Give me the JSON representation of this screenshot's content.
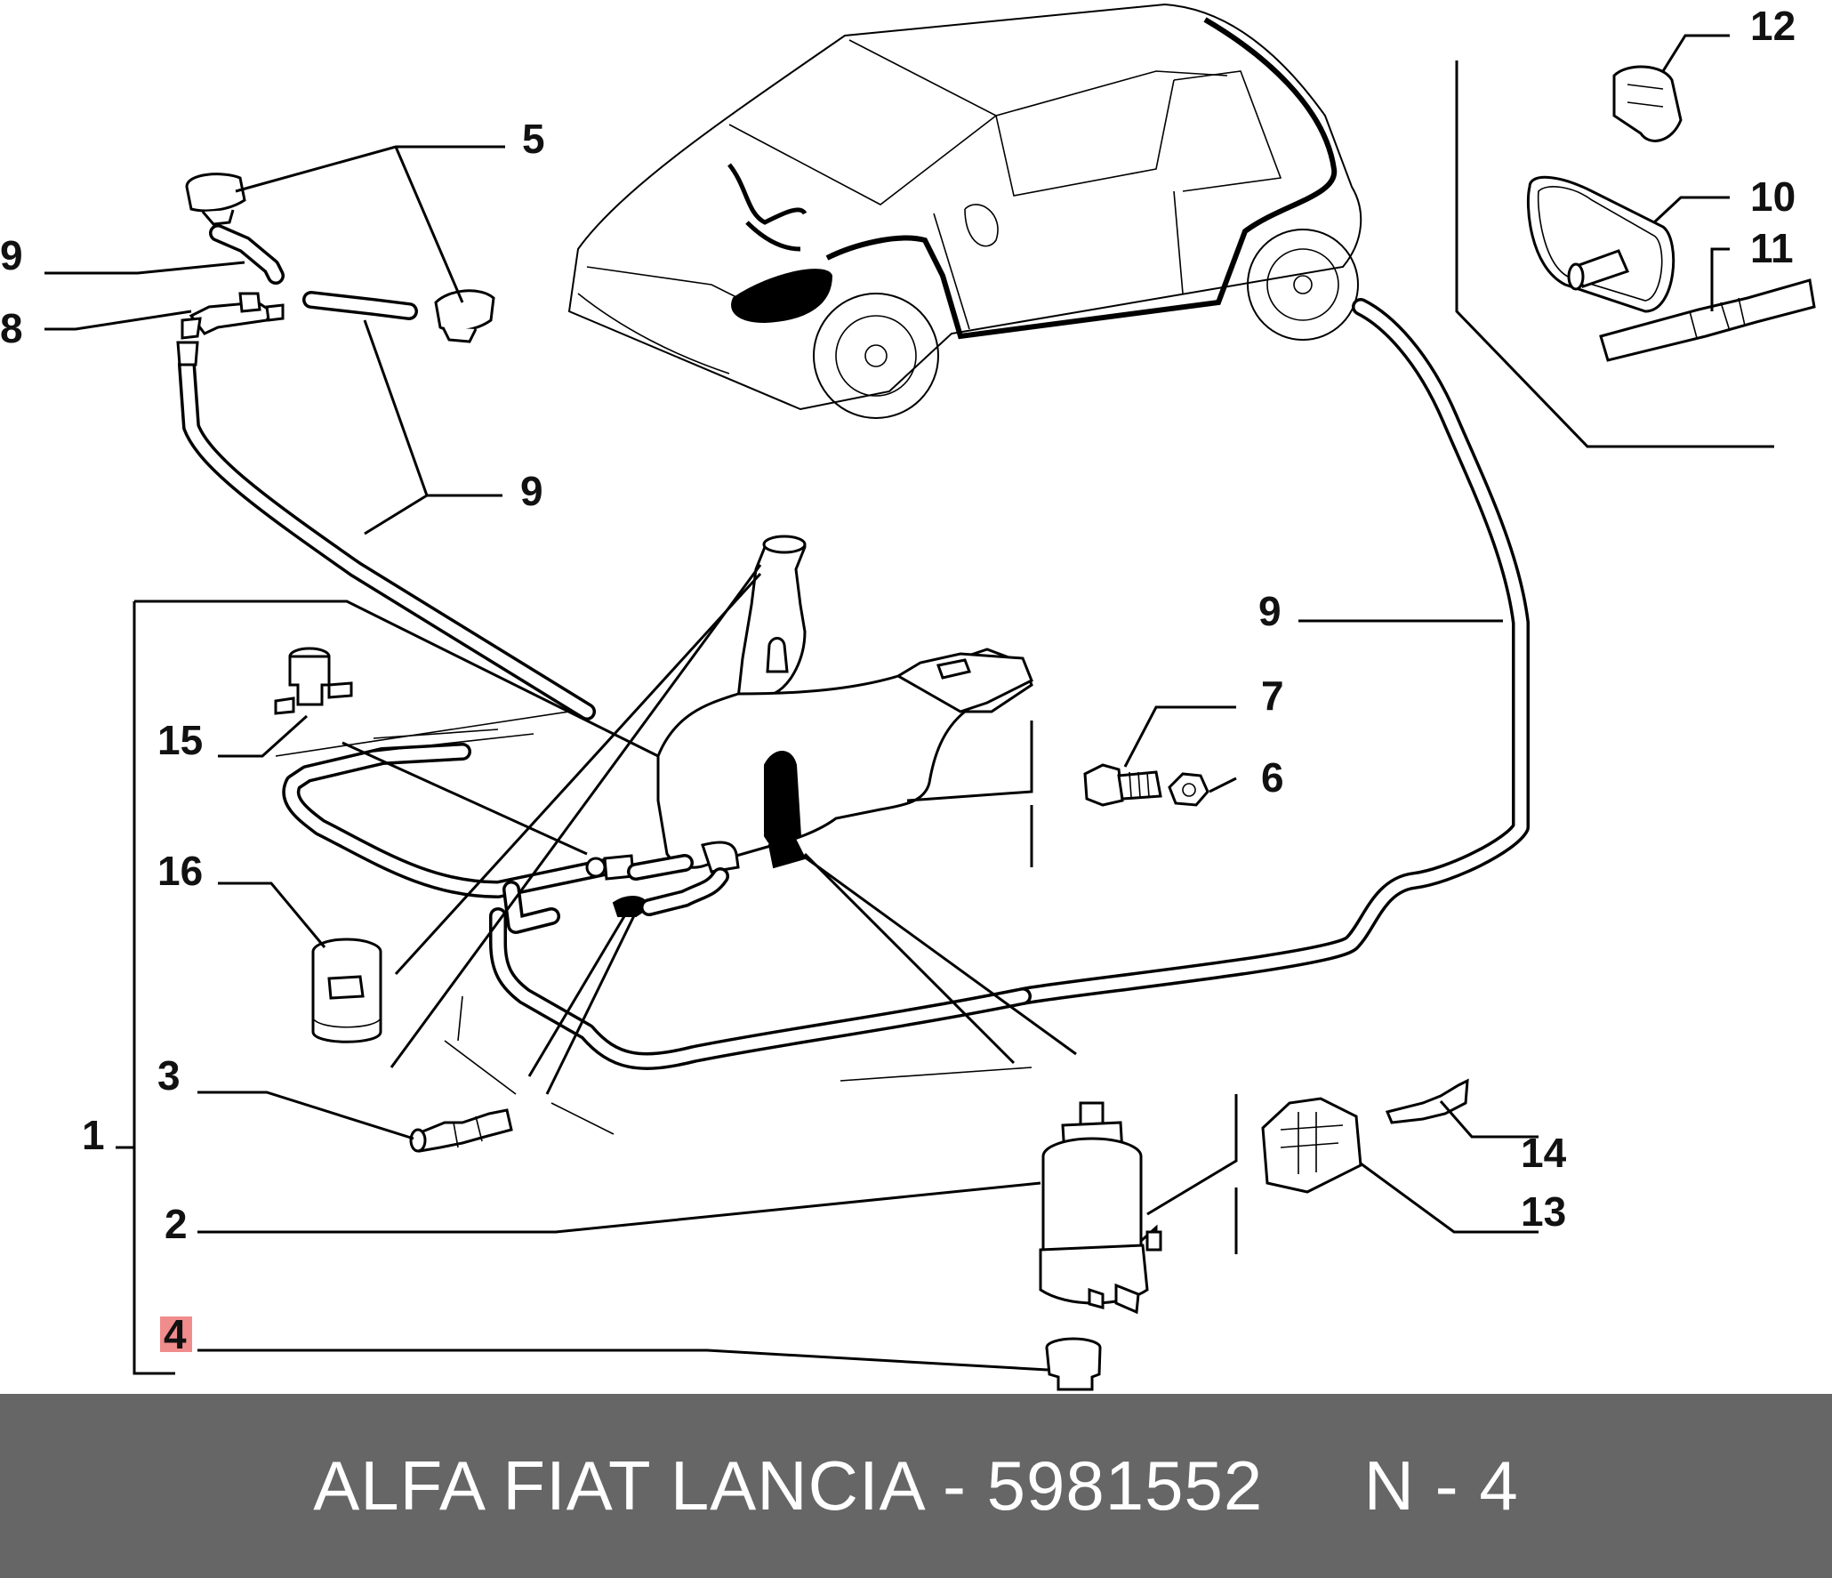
{
  "diagram": {
    "callouts": {
      "c5": "5",
      "c9_top_left": "9",
      "c8": "8",
      "c9_mid_left": "9",
      "c15": "15",
      "c16": "16",
      "c3": "3",
      "c1": "1",
      "c2": "2",
      "c4": "4",
      "c12": "12",
      "c10": "10",
      "c11": "11",
      "c9_right": "9",
      "c7": "7",
      "c6": "6",
      "c14": "14",
      "c13": "13"
    },
    "highlighted_callout": "4",
    "highlight_color": "#ef8080"
  },
  "footer": {
    "text": "ALFA FIAT LANCIA - 5981552     N - 4",
    "background": "#666666",
    "text_color": "#ffffff"
  }
}
